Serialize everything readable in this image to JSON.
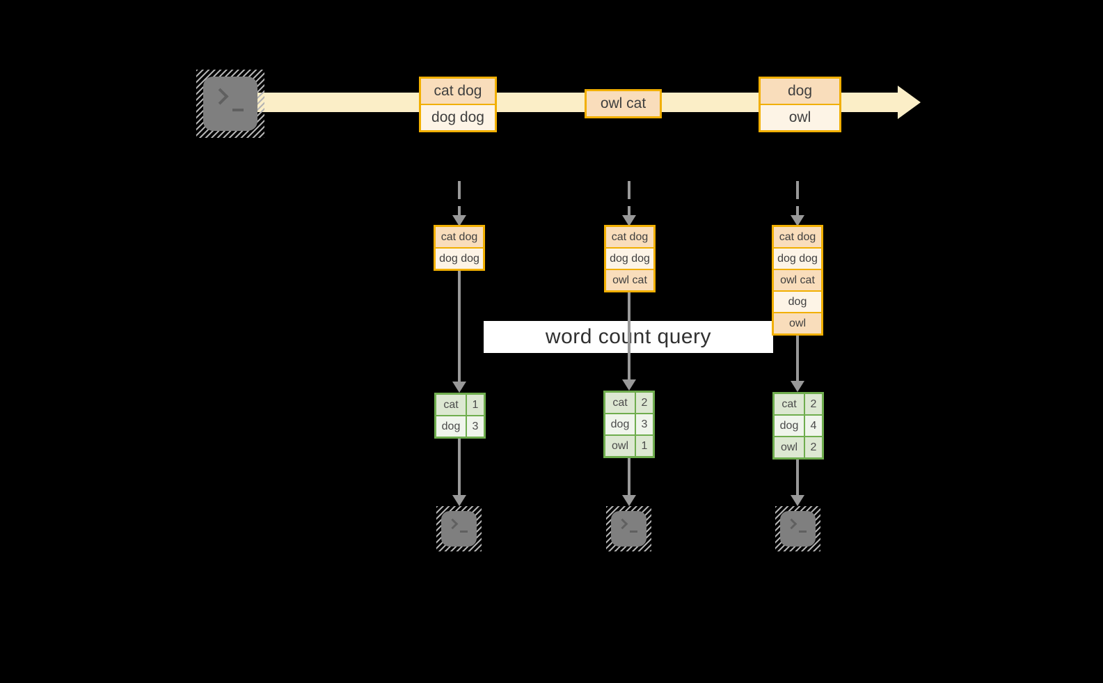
{
  "label": {
    "text": "word count query"
  },
  "timeline": {
    "source_icon": "terminal-icon",
    "batches": [
      {
        "rows": [
          "cat dog",
          "dog dog"
        ]
      },
      {
        "rows": [
          "owl cat"
        ]
      },
      {
        "rows": [
          "dog",
          "owl"
        ]
      }
    ]
  },
  "columns": [
    {
      "stream": [
        "cat dog",
        "dog dog"
      ],
      "counts": [
        {
          "word": "cat",
          "count": "1"
        },
        {
          "word": "dog",
          "count": "3"
        }
      ]
    },
    {
      "stream": [
        "cat dog",
        "dog dog",
        "owl cat"
      ],
      "counts": [
        {
          "word": "cat",
          "count": "2"
        },
        {
          "word": "dog",
          "count": "3"
        },
        {
          "word": "owl",
          "count": "1"
        }
      ]
    },
    {
      "stream": [
        "cat dog",
        "dog dog",
        "owl cat",
        "dog",
        "owl"
      ],
      "counts": [
        {
          "word": "cat",
          "count": "2"
        },
        {
          "word": "dog",
          "count": "4"
        },
        {
          "word": "owl",
          "count": "2"
        }
      ]
    }
  ],
  "icons": {
    "source": "terminal-icon",
    "sinks": [
      "terminal-icon",
      "terminal-icon",
      "terminal-icon"
    ]
  },
  "colors": {
    "background": "#000000",
    "stream_band": "#fbeec7",
    "batch_border": "#f1af00",
    "batch_fill_dark": "#f9ddbb",
    "batch_fill_light": "#fdf4e6",
    "table_border": "#6fad4e",
    "table_fill_dark": "#dde8d2",
    "table_fill_light": "#f0f5ec",
    "arrow": "#999999",
    "terminal": "#7f7f7f"
  }
}
